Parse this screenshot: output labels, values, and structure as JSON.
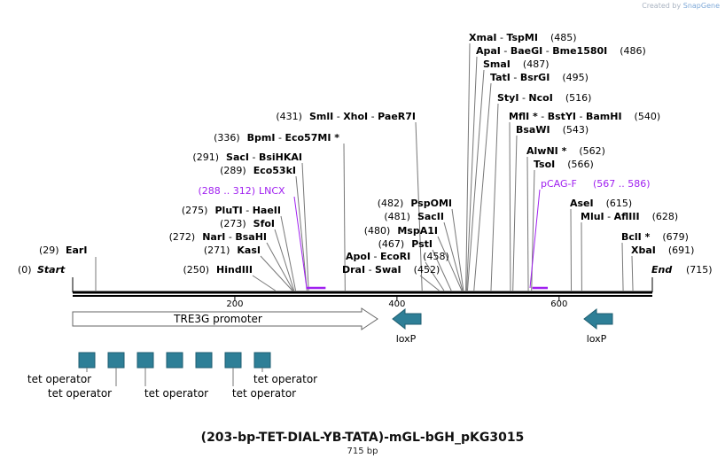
{
  "watermark": {
    "prefix": "Created by",
    "brand": "SnapGene"
  },
  "plasmid": {
    "name": "(203-bp-TET-DIAL-YB-TATA)-mGL-bGH_pKG3015",
    "length_label": "715 bp"
  },
  "sequence_ends": {
    "start": {
      "label": "Start",
      "pos": "(0)"
    },
    "end": {
      "label": "End",
      "pos": "(715)"
    }
  },
  "ruler": {
    "ticks": [
      "200",
      "400",
      "600"
    ]
  },
  "enzyme_groups": [
    {
      "pos": "(485)",
      "names": [
        "XmaI",
        "TspMI"
      ]
    },
    {
      "pos": "(486)",
      "names": [
        "ApaI",
        "BaeGI",
        "Bme1580I"
      ]
    },
    {
      "pos": "(487)",
      "names": [
        "SmaI"
      ]
    },
    {
      "pos": "(495)",
      "names": [
        "TatI",
        "BsrGI"
      ]
    },
    {
      "pos": "(516)",
      "names": [
        "StyI",
        "NcoI"
      ]
    },
    {
      "pos": "(540)",
      "names": [
        "MflI *",
        "BstYI",
        "BamHI"
      ]
    },
    {
      "pos": "(543)",
      "names": [
        "BsaWI"
      ]
    },
    {
      "pos": "(562)",
      "names": [
        "AlwNI *"
      ]
    },
    {
      "pos": "(566)",
      "names": [
        "TsoI"
      ]
    },
    {
      "pos": "(615)",
      "names": [
        "AseI"
      ]
    },
    {
      "pos": "(628)",
      "names": [
        "MluI",
        "AflIII"
      ]
    },
    {
      "pos": "(679)",
      "names": [
        "BclI *"
      ]
    },
    {
      "pos": "(691)",
      "names": [
        "XbaI"
      ]
    },
    {
      "pos": "(431)",
      "names": [
        "SmlI",
        "XhoI",
        "PaeR7I"
      ]
    },
    {
      "pos": "(336)",
      "names": [
        "BpmI",
        "Eco57MI *"
      ]
    },
    {
      "pos": "(291)",
      "names": [
        "SacI",
        "BsiHKAI"
      ]
    },
    {
      "pos": "(289)",
      "names": [
        "Eco53kI"
      ]
    },
    {
      "pos": "(275)",
      "names": [
        "PluTI",
        "HaeII"
      ]
    },
    {
      "pos": "(273)",
      "names": [
        "SfoI"
      ]
    },
    {
      "pos": "(272)",
      "names": [
        "NarI",
        "BsaHI"
      ]
    },
    {
      "pos": "(271)",
      "names": [
        "KasI"
      ]
    },
    {
      "pos": "(250)",
      "names": [
        "HindIII"
      ]
    },
    {
      "pos": "(29)",
      "names": [
        "EarI"
      ]
    },
    {
      "pos": "(482)",
      "names": [
        "PspOMI"
      ]
    },
    {
      "pos": "(481)",
      "names": [
        "SacII"
      ]
    },
    {
      "pos": "(480)",
      "names": [
        "MspA1I"
      ]
    },
    {
      "pos": "(467)",
      "names": [
        "PstI"
      ]
    },
    {
      "pos": "(458)",
      "names": [
        "ApoI",
        "EcoRI"
      ]
    },
    {
      "pos": "(452)",
      "names": [
        "DraI",
        "SwaI"
      ]
    }
  ],
  "primers": [
    {
      "name": "LNCX",
      "range": "(288 .. 312)"
    },
    {
      "name": "pCAG-F",
      "range": "(567 .. 586)"
    }
  ],
  "features": [
    {
      "name": "TRE3G promoter",
      "type": "promoter"
    },
    {
      "name": "loxP",
      "type": "loxP"
    },
    {
      "name": "loxP",
      "type": "loxP"
    }
  ],
  "tet_operator_label": "tet operator",
  "tet_operator_count": 7,
  "colors": {
    "enzyme_text": "#000000",
    "primer": "#a020f0",
    "feature_fill": "#2e7f97",
    "backbone": "#000000",
    "leader": "#777777"
  }
}
